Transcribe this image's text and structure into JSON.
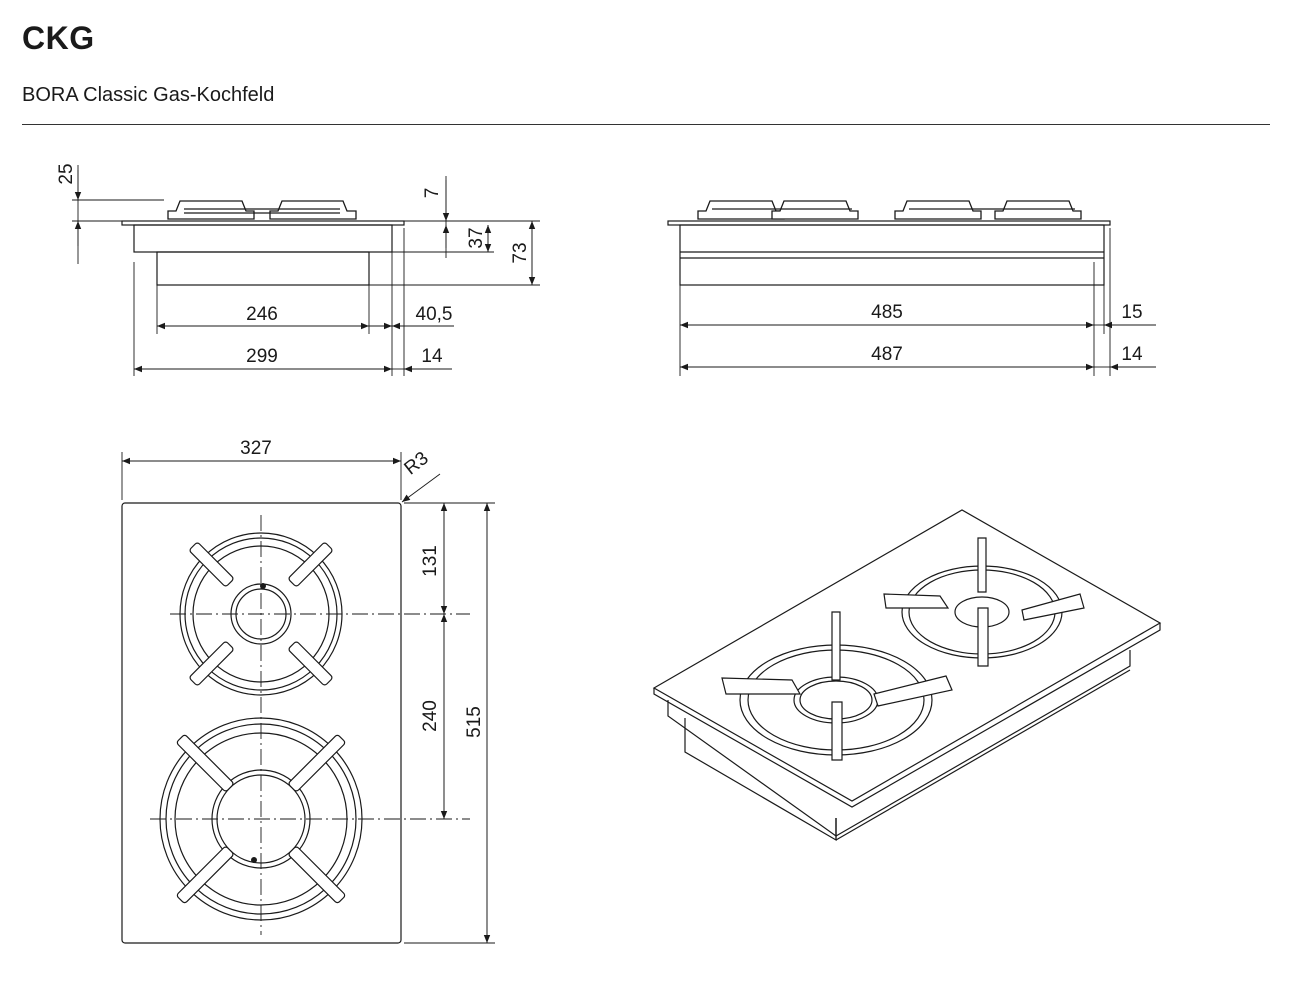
{
  "header": {
    "title": "CKG",
    "subtitle": "BORA Classic Gas-Kochfeld"
  },
  "side_view": {
    "dims": {
      "d_25": "25",
      "d_7": "7",
      "d_37": "37",
      "d_73": "73",
      "d_246": "246",
      "d_40_5": "40,5",
      "d_299": "299",
      "d_14": "14"
    }
  },
  "front_view": {
    "dims": {
      "d_485": "485",
      "d_15": "15",
      "d_487": "487",
      "d_14": "14"
    }
  },
  "top_view": {
    "dims": {
      "d_327": "327",
      "d_r3": "R3",
      "d_131": "131",
      "d_240": "240",
      "d_515": "515"
    }
  }
}
